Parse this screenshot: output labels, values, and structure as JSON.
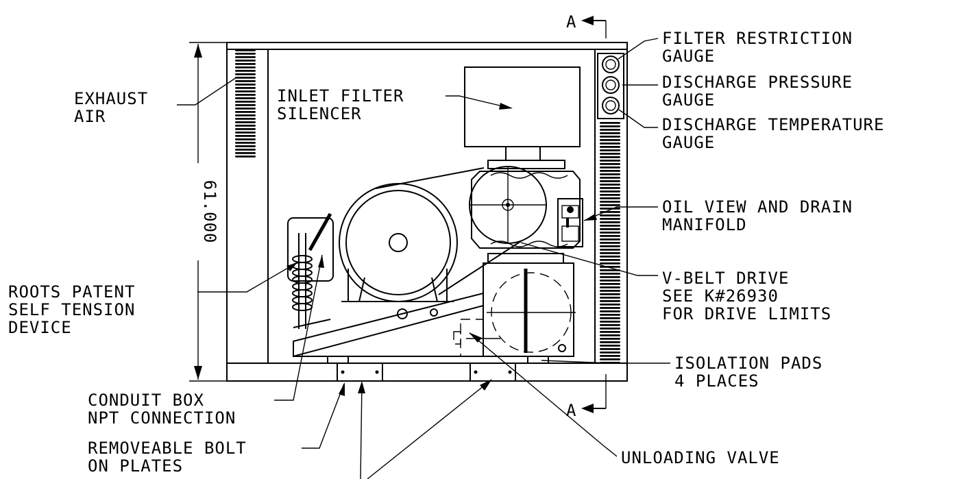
{
  "section_markers": {
    "top": "A",
    "bottom": "A"
  },
  "dimension": "61.000",
  "labels": {
    "exhaust_air": [
      "EXHAUST",
      "AIR"
    ],
    "inlet_filter": [
      "INLET FILTER",
      "SILENCER"
    ],
    "filter_gauge": [
      "FILTER RESTRICTION",
      "GAUGE"
    ],
    "pressure_gauge": [
      "DISCHARGE PRESSURE",
      "GAUGE"
    ],
    "temperature_gauge": [
      "DISCHARGE TEMPERATURE",
      "GAUGE"
    ],
    "oil_view": [
      "OIL VIEW AND DRAIN",
      "MANIFOLD"
    ],
    "vbelt": [
      "V-BELT DRIVE",
      "SEE K#26930",
      "FOR DRIVE LIMITS"
    ],
    "roots_patent": [
      "ROOTS PATENT",
      "SELF TENSION",
      "DEVICE"
    ],
    "isolation_pads": [
      "ISOLATION PADS",
      "4 PLACES"
    ],
    "conduit_box": [
      "CONDUIT BOX",
      "NPT CONNECTION"
    ],
    "removeable_bolt": [
      "REMOVEABLE BOLT",
      "ON PLATES"
    ],
    "unloading_valve": [
      "UNLOADING VALVE"
    ]
  }
}
